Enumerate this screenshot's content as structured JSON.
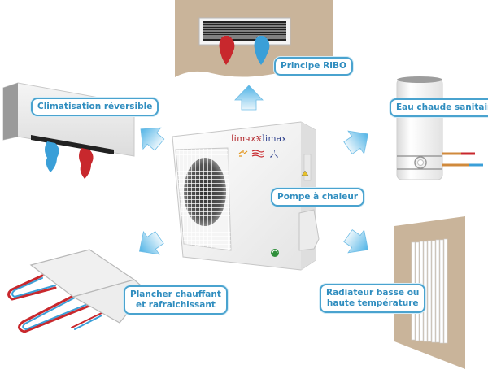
{
  "diagram": {
    "title": "Pompe à chaleur — applications",
    "center": {
      "label": "Pompe à chaleur",
      "brand_mirrored": "xɐmil",
      "brand_k": "Ӿ",
      "brand_text": "limax",
      "badge_icons": [
        "sun-icon",
        "waves-icon",
        "fan-icon",
        "recycle-icon"
      ]
    },
    "applications": [
      {
        "id": "ribo",
        "label_lines": [
          "Principe RIBO"
        ]
      },
      {
        "id": "clim",
        "label_lines": [
          "Climatisation réversible"
        ]
      },
      {
        "id": "ecs",
        "label_lines": [
          "Eau chaude sanitaire"
        ]
      },
      {
        "id": "plancher",
        "label_lines": [
          "Plancher chauffant",
          "et rafraichissant"
        ]
      },
      {
        "id": "radiateur",
        "label_lines": [
          "Radiateur basse ou",
          "haute température"
        ]
      }
    ],
    "colors": {
      "label_border": "#4aa3cf",
      "label_text": "#2f8dbf",
      "wall": "#c9b49a",
      "hot": "#c8282d",
      "cold": "#3a9fd8",
      "arrow": "#5db8e6"
    }
  }
}
